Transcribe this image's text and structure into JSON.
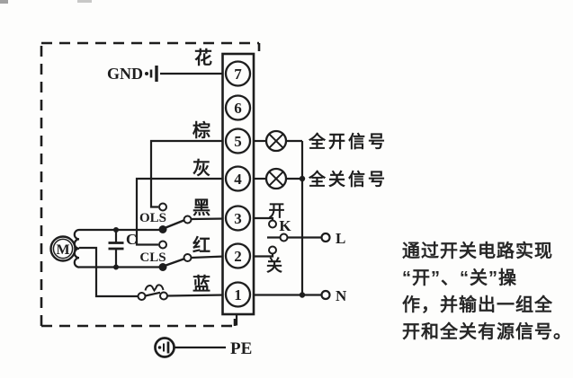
{
  "colors": {
    "line": "#1d1d1d",
    "background": "#fdfdfc"
  },
  "terminal_block": {
    "terminals": [
      {
        "number": "7",
        "wire_label": "花"
      },
      {
        "number": "6",
        "wire_label": ""
      },
      {
        "number": "5",
        "wire_label": "棕"
      },
      {
        "number": "4",
        "wire_label": "灰"
      },
      {
        "number": "3",
        "wire_label": "黑"
      },
      {
        "number": "2",
        "wire_label": "红"
      },
      {
        "number": "1",
        "wire_label": "蓝"
      }
    ]
  },
  "labels": {
    "gnd": "GND",
    "pe": "PE",
    "motor": "M",
    "capacitor": "C",
    "open_limit_switch": "OLS",
    "close_limit_switch": "CLS",
    "switch_k": "K",
    "line_terminal": "L",
    "neutral_terminal": "N",
    "open": "开",
    "close": "关",
    "full_open_signal": "全开信号",
    "full_close_signal": "全关信号"
  },
  "description": {
    "lines": [
      "通过开关电路实现",
      "“开”、“关”操",
      "作，并输出一组全",
      "开和全关有源信号。"
    ]
  }
}
